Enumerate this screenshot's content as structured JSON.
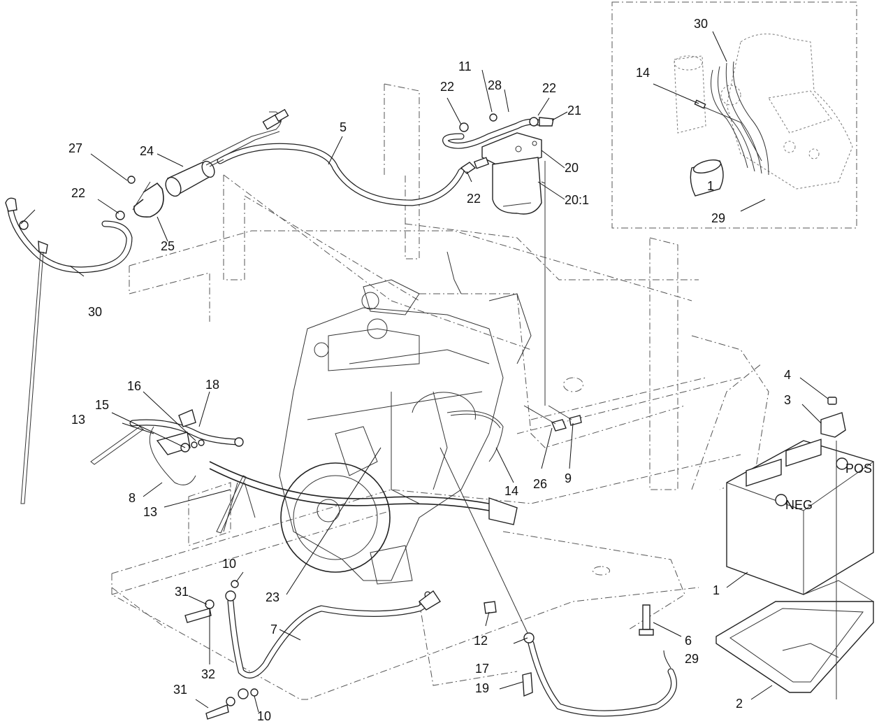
{
  "callouts": [
    {
      "id": "c1",
      "text": "1"
    },
    {
      "id": "c2",
      "text": "2"
    },
    {
      "id": "c3",
      "text": "3"
    },
    {
      "id": "c4",
      "text": "4"
    },
    {
      "id": "c5",
      "text": "5"
    },
    {
      "id": "c6",
      "text": "6"
    },
    {
      "id": "c7",
      "text": "7"
    },
    {
      "id": "c8",
      "text": "8"
    },
    {
      "id": "c9",
      "text": "9"
    },
    {
      "id": "c10a",
      "text": "10"
    },
    {
      "id": "c10b",
      "text": "10"
    },
    {
      "id": "c11",
      "text": "11"
    },
    {
      "id": "c12",
      "text": "12"
    },
    {
      "id": "c13a",
      "text": "13"
    },
    {
      "id": "c13b",
      "text": "13"
    },
    {
      "id": "c14a",
      "text": "14"
    },
    {
      "id": "c14b",
      "text": "14"
    },
    {
      "id": "c15",
      "text": "15"
    },
    {
      "id": "c16",
      "text": "16"
    },
    {
      "id": "c17",
      "text": "17"
    },
    {
      "id": "c18",
      "text": "18"
    },
    {
      "id": "c19",
      "text": "19"
    },
    {
      "id": "c20",
      "text": "20"
    },
    {
      "id": "c20_1",
      "text": "20:1"
    },
    {
      "id": "c21",
      "text": "21"
    },
    {
      "id": "c22a",
      "text": "22"
    },
    {
      "id": "c22b",
      "text": "22"
    },
    {
      "id": "c22c",
      "text": "22"
    },
    {
      "id": "c22d",
      "text": "22"
    },
    {
      "id": "c23",
      "text": "23"
    },
    {
      "id": "c24",
      "text": "24"
    },
    {
      "id": "c25",
      "text": "25"
    },
    {
      "id": "c26",
      "text": "26"
    },
    {
      "id": "c27",
      "text": "27"
    },
    {
      "id": "c28",
      "text": "28"
    },
    {
      "id": "c29a",
      "text": "29"
    },
    {
      "id": "c29b",
      "text": "29"
    },
    {
      "id": "c30a",
      "text": "30"
    },
    {
      "id": "c30b",
      "text": "30"
    },
    {
      "id": "c31a",
      "text": "31"
    },
    {
      "id": "c31b",
      "text": "31"
    },
    {
      "id": "c32",
      "text": "32"
    }
  ],
  "battery": {
    "pos": "POS",
    "neg": "NEG"
  },
  "detail_inset": {
    "label_on_part": "1"
  }
}
